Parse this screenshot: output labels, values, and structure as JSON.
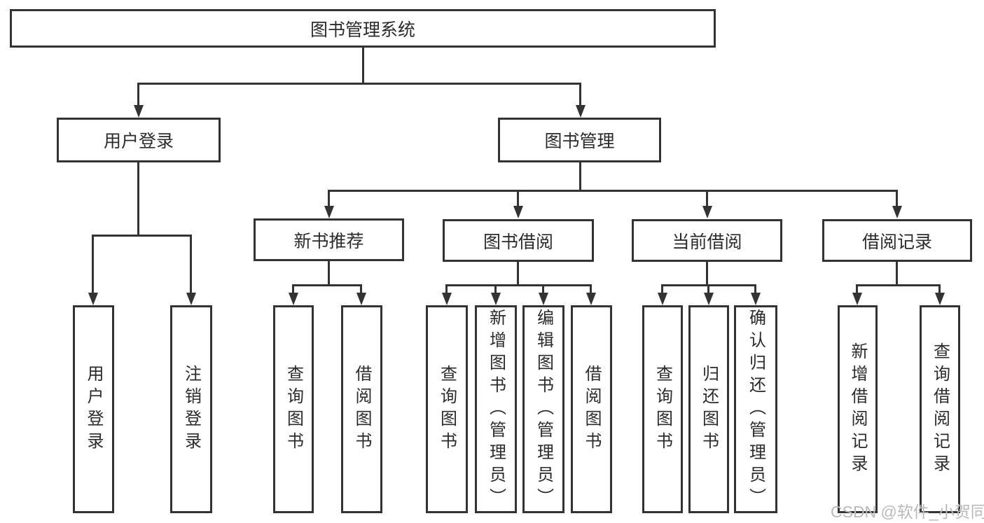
{
  "diagram_type": "hierarchy-tree",
  "colors": {
    "line": "#333333",
    "box_border": "#333333",
    "box_background": "#ffffff",
    "text": "#2b2b2b",
    "watermark": "#b9b9b9"
  },
  "tree": {
    "label": "图书管理系统",
    "children": [
      {
        "label": "用户登录",
        "children": [
          {
            "label": "用户登录"
          },
          {
            "label": "注销登录"
          }
        ]
      },
      {
        "label": "图书管理",
        "children": [
          {
            "label": "新书推荐",
            "children": [
              {
                "label": "查询图书"
              },
              {
                "label": "借阅图书"
              }
            ]
          },
          {
            "label": "图书借阅",
            "children": [
              {
                "label": "查询图书"
              },
              {
                "label": "新增图书（管理员）"
              },
              {
                "label": "编辑图书（管理员）"
              },
              {
                "label": "借阅图书"
              }
            ]
          },
          {
            "label": "当前借阅",
            "children": [
              {
                "label": "查询图书"
              },
              {
                "label": "归还图书"
              },
              {
                "label": "确认归还（管理员）"
              }
            ]
          },
          {
            "label": "借阅记录",
            "children": [
              {
                "label": "新增借阅记录"
              },
              {
                "label": "查询借阅记录"
              }
            ]
          }
        ]
      }
    ]
  },
  "watermark": {
    "text": "CSDN @软件_小贺同学"
  }
}
